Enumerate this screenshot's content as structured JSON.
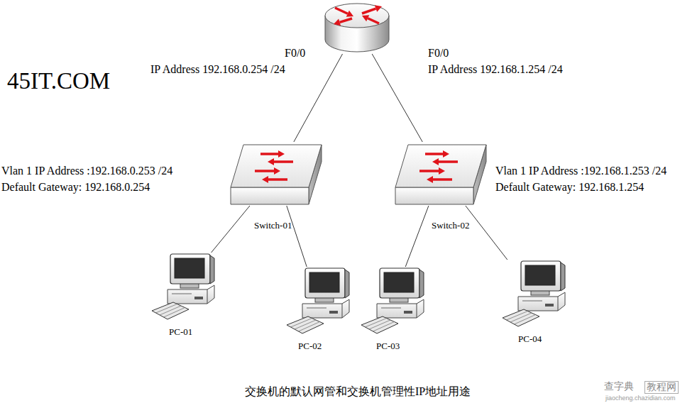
{
  "diagram": {
    "caption": "交换机的默认网管和交换机管理性IP地址用途",
    "nodes": [
      {
        "text": [
          "F0/0",
          "IP Address 192.168.0.254 /24",
          "F0/0",
          "IP Address 192.168.1.254 /24"
        ]
      },
      {
        "text": [
          "Vlan 1 IP Address :192.168.0.253 /24",
          "Default Gateway: 192.168.0.254",
          "Switch-01"
        ]
      },
      {
        "text": [
          "Vlan 1 IP Address :192.168.1.253 /24",
          "Default Gateway: 192.168.1.254",
          "Switch-02"
        ]
      },
      {
        "text": [
          "PC-01"
        ]
      },
      {
        "text": [
          "PC-02"
        ]
      },
      {
        "text": [
          "PC-03"
        ]
      },
      {
        "text": [
          "PC-04"
        ]
      }
    ],
    "edges": [
      {
        "from": 0,
        "to": 1,
        "arrow": "none"
      },
      {
        "from": 0,
        "to": 2,
        "arrow": "none"
      },
      {
        "from": 1,
        "to": 3,
        "arrow": "none"
      },
      {
        "from": 1,
        "to": 4,
        "arrow": "none"
      },
      {
        "from": 2,
        "to": 5,
        "arrow": "none"
      },
      {
        "from": 2,
        "to": 6,
        "arrow": "none"
      }
    ],
    "labels": [
      "45IT.COM",
      "查字典",
      "教程网",
      "jiaocheng.chazidian.com"
    ]
  }
}
